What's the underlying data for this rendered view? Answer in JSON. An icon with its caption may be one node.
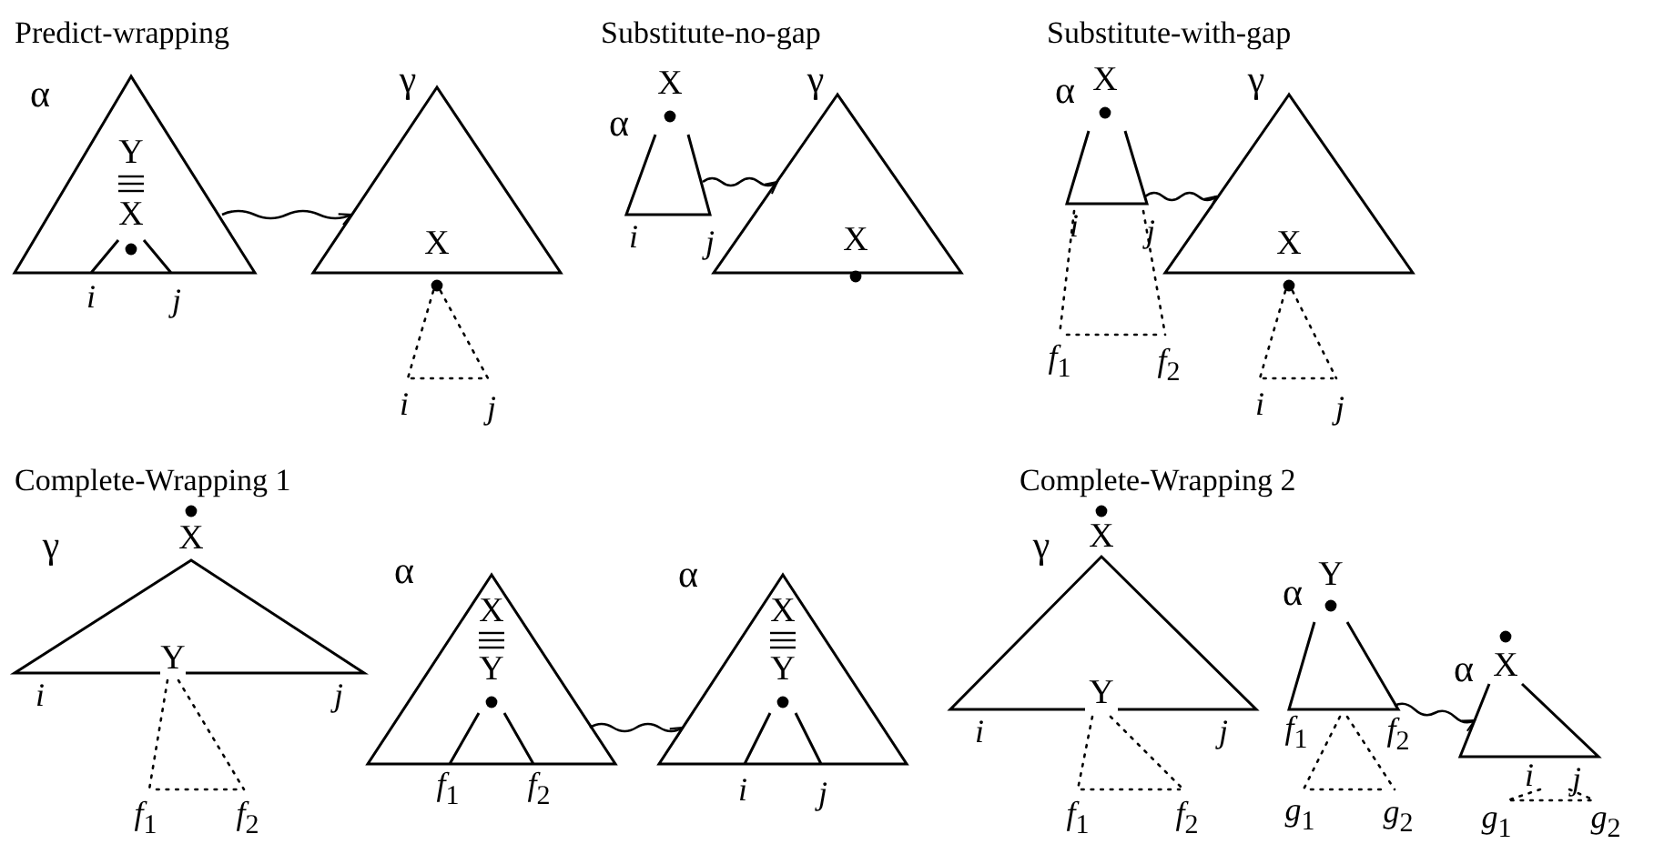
{
  "diagram": {
    "nodes": [
      {
        "text": [
          "α",
          "Y",
          "X"
        ]
      },
      {
        "text": [
          "γ",
          "X"
        ]
      },
      {
        "text": [
          "α",
          "X"
        ]
      },
      {
        "text": [
          "γ",
          "X"
        ]
      },
      {
        "text": [
          "α",
          "X"
        ]
      },
      {
        "text": [
          "γ",
          "X"
        ]
      },
      {
        "text": [
          "γ",
          "X",
          "Y"
        ]
      },
      {
        "text": [
          "α",
          "X",
          "Y"
        ]
      },
      {
        "text": [
          "α",
          "X",
          "Y"
        ]
      },
      {
        "text": [
          "γ",
          "X",
          "Y"
        ]
      },
      {
        "text": [
          "α",
          "Y"
        ]
      },
      {
        "text": [
          "α",
          "X"
        ]
      }
    ],
    "edges": [
      {
        "from": 0,
        "to": 1,
        "arrow": "to"
      },
      {
        "from": 2,
        "to": 3,
        "arrow": "to"
      },
      {
        "from": 4,
        "to": 5,
        "arrow": "to"
      },
      {
        "from": 7,
        "to": 8,
        "arrow": "to"
      },
      {
        "from": 10,
        "to": 11,
        "arrow": "to"
      }
    ],
    "labels": [
      "Predict-wrapping",
      "Substitute-no-gap",
      "Substitute-with-gap",
      "i",
      "j",
      "i",
      "j",
      "i",
      "j",
      "i",
      "j",
      "*f*$_{1}$",
      "*f*$_{2}$",
      "i",
      "j",
      "Complete-Wrapping 1",
      "Complete-Wrapping 2",
      "i",
      "j",
      "*f*$_{1}$",
      "*f*$_{2}$",
      "*f*$_{1}$",
      "*f*$_{2}$",
      "i",
      "j",
      "i",
      "j",
      "*f*$_{1}$",
      "*f*$_{2}$",
      "*f*$_{1}$",
      "*f*$_{2}$",
      "*g*$_{1}$",
      "*g*$_{2}$",
      "i",
      "j",
      "*g*$_{1}$",
      "*g*$_{2}$"
    ]
  }
}
